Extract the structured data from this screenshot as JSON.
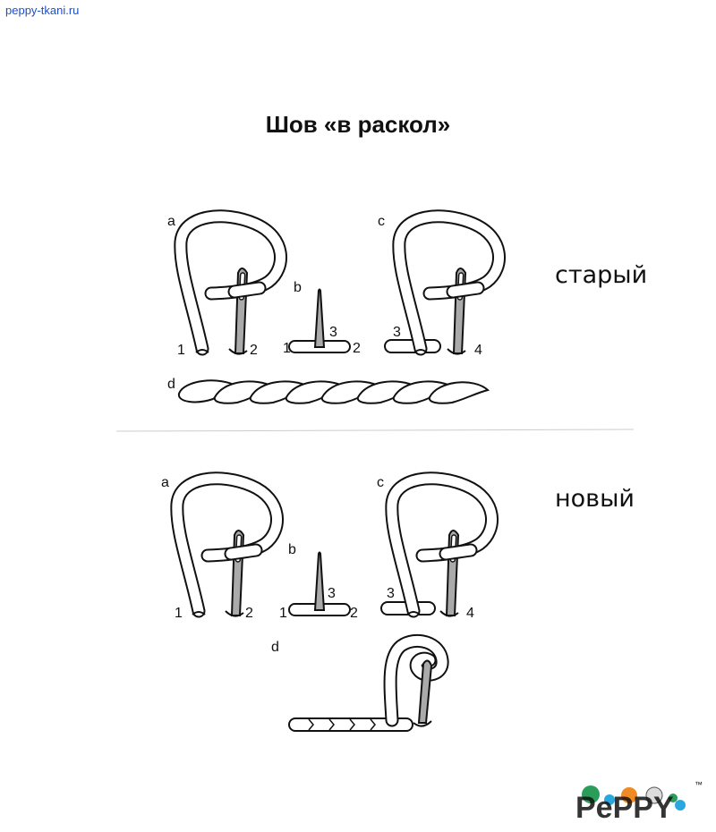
{
  "site": "peppy-tkani.ru",
  "title": "Шов «в раскол»",
  "variants": [
    {
      "label": "старый",
      "letters": [
        "a",
        "b",
        "c",
        "d"
      ],
      "numbers": [
        "1",
        "2",
        "1",
        "2",
        "3",
        "3",
        "4"
      ]
    },
    {
      "label": "новый",
      "letters": [
        "a",
        "b",
        "c",
        "d"
      ],
      "numbers": [
        "1",
        "2",
        "1",
        "2",
        "3",
        "3",
        "4"
      ]
    }
  ],
  "logo": {
    "text": "PePPY",
    "tm": "™"
  },
  "colors": {
    "needle": "#aaaaaa",
    "site_link": "#1a4fd0"
  }
}
